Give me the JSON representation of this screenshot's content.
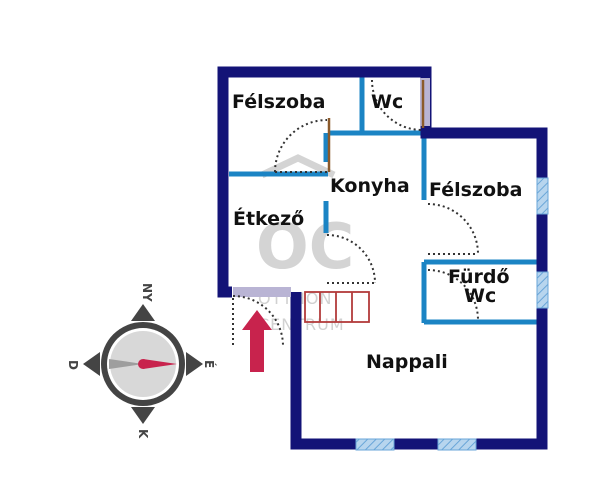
{
  "floorplan": {
    "rooms": {
      "felszoba_top": "Félszoba",
      "wc_top": "Wc",
      "konyha": "Konyha",
      "felszoba_right": "Félszoba",
      "etkezo": "Étkező",
      "furdo_line1": "Fürdő",
      "furdo_line2": "Wc",
      "nappali": "Nappali"
    },
    "colors": {
      "outer_wall": "#131377",
      "inner_wall": "#1b84c4",
      "window": "#8ebde0",
      "door_swing": "#333333",
      "stairs": "#b23b3b",
      "entrance_arrow": "#c8234d"
    }
  },
  "compass": {
    "north": "NY",
    "east": "É",
    "south": "K",
    "west": "D",
    "colors": {
      "ring": "#444444",
      "needle_east": "#c8234d",
      "needle_west": "#9e9e9e"
    }
  },
  "watermark": {
    "logo": "OC",
    "line1": "OTTHON",
    "line2": "CENTRUM"
  }
}
